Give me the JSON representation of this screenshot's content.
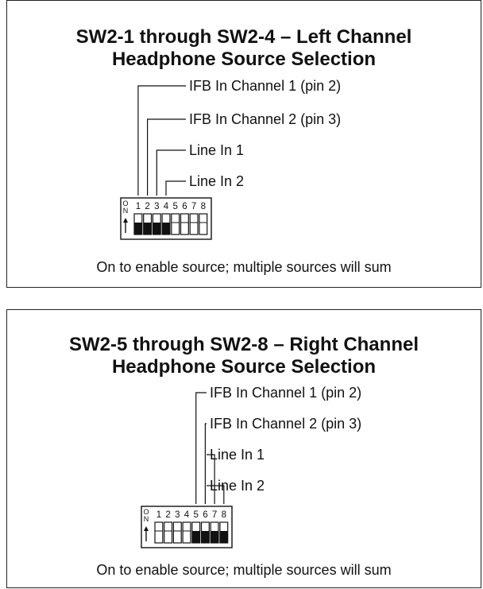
{
  "panels": [
    {
      "title_line1": "SW2-1 through SW2-4 – Left Channel",
      "title_line2": "Headphone Source Selection",
      "sources": [
        "IFB In Channel 1 (pin 2)",
        "IFB In Channel 2 (pin 3)",
        "Line In 1",
        "Line In 2"
      ],
      "switch_numbers": [
        "1",
        "2",
        "3",
        "4",
        "5",
        "6",
        "7",
        "8"
      ],
      "switch_on": [
        true,
        true,
        true,
        true,
        false,
        false,
        false,
        false
      ],
      "on_label": "ON",
      "footer": "On to enable source; multiple sources will sum"
    },
    {
      "title_line1": "SW2-5 through SW2-8 – Right Channel",
      "title_line2": "Headphone Source Selection",
      "sources": [
        "IFB In Channel 1 (pin 2)",
        "IFB In Channel 2 (pin 3)",
        "Line In 1",
        "Line In 2"
      ],
      "switch_numbers": [
        "1",
        "2",
        "3",
        "4",
        "5",
        "6",
        "7",
        "8"
      ],
      "switch_on": [
        false,
        false,
        false,
        false,
        true,
        true,
        true,
        true
      ],
      "on_label": "ON",
      "footer": "On to enable source; multiple sources will sum"
    }
  ]
}
